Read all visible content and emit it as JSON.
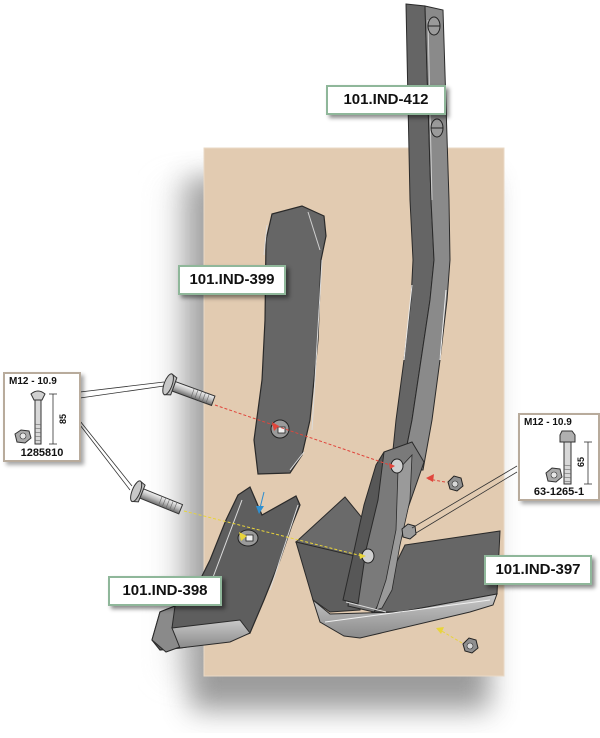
{
  "diagram": {
    "colors": {
      "backdrop": "#e2cbb1",
      "steel_dark": "#5f5f5f",
      "steel_mid": "#7a7a7a",
      "steel_light": "#8d8d8d",
      "label_border": "#8fb79a",
      "arrow_red": "#e0463c",
      "arrow_yellow": "#e8d43a",
      "arrow_blue": "#2f8fd0"
    },
    "parts": [
      {
        "id": "shank",
        "label": "101.IND-412"
      },
      {
        "id": "upper-wearplate",
        "label": "101.IND-399"
      },
      {
        "id": "point",
        "label": "101.IND-398"
      },
      {
        "id": "wing-share",
        "label": "101.IND-397"
      }
    ],
    "fasteners": [
      {
        "id": "countersunk-bolt",
        "spec": "M12 - 10.9",
        "length": "85",
        "part_number": "1285810",
        "icon": "countersunk-bolt-with-nut-icon"
      },
      {
        "id": "hex-bolt",
        "spec": "M12 - 10.9",
        "length": "65",
        "part_number": "63-1265-1",
        "icon": "hex-bolt-with-nut-icon"
      }
    ]
  }
}
